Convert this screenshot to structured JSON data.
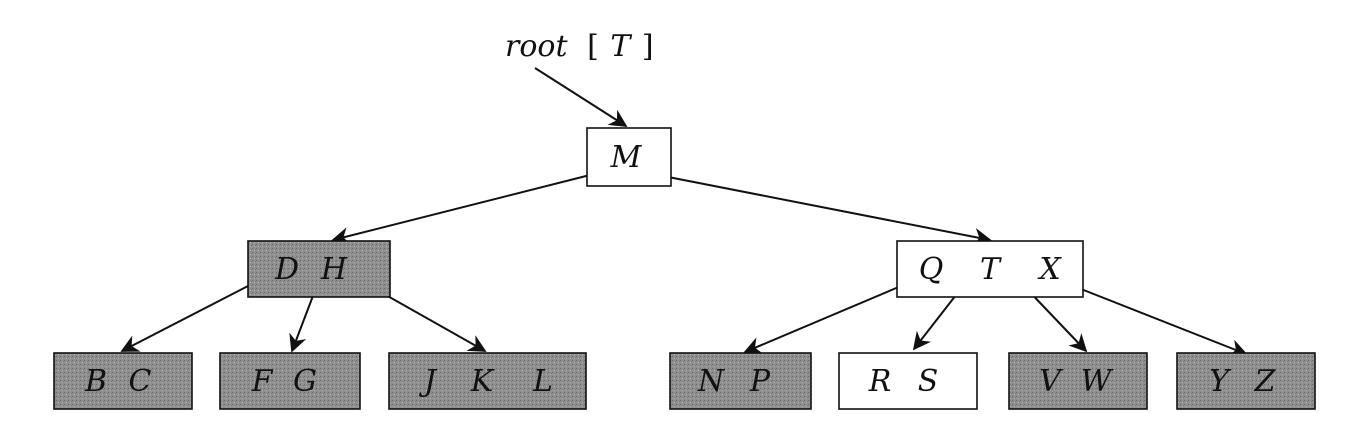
{
  "root_label": {
    "prefix": "root",
    "bracket_open": "[",
    "tree_name": "T",
    "bracket_close": "]"
  },
  "colors": {
    "shaded_fill": "#8f8f8f",
    "plain_fill": "#ffffff",
    "stroke": "#111111"
  },
  "nodes": [
    {
      "id": "node-m",
      "keys": [
        "M"
      ],
      "shaded": false
    },
    {
      "id": "node-dh",
      "keys": [
        "D",
        "H"
      ],
      "shaded": true
    },
    {
      "id": "node-qtx",
      "keys": [
        "Q",
        "T",
        "X"
      ],
      "shaded": false
    },
    {
      "id": "node-bc",
      "keys": [
        "B",
        "C"
      ],
      "shaded": true
    },
    {
      "id": "node-fg",
      "keys": [
        "F",
        "G"
      ],
      "shaded": true
    },
    {
      "id": "node-jkl",
      "keys": [
        "J",
        "K",
        "L"
      ],
      "shaded": true
    },
    {
      "id": "node-np",
      "keys": [
        "N",
        "P"
      ],
      "shaded": true
    },
    {
      "id": "node-rs",
      "keys": [
        "R",
        "S"
      ],
      "shaded": false
    },
    {
      "id": "node-vw",
      "keys": [
        "V",
        "W"
      ],
      "shaded": true
    },
    {
      "id": "node-yz",
      "keys": [
        "Y",
        "Z"
      ],
      "shaded": true
    }
  ],
  "edges": [
    {
      "from": "root-label",
      "to": "node-m"
    },
    {
      "from": "node-m",
      "to": "node-dh"
    },
    {
      "from": "node-m",
      "to": "node-qtx"
    },
    {
      "from": "node-dh",
      "to": "node-bc"
    },
    {
      "from": "node-dh",
      "to": "node-fg"
    },
    {
      "from": "node-dh",
      "to": "node-jkl"
    },
    {
      "from": "node-qtx",
      "to": "node-np"
    },
    {
      "from": "node-qtx",
      "to": "node-rs"
    },
    {
      "from": "node-qtx",
      "to": "node-vw"
    },
    {
      "from": "node-qtx",
      "to": "node-yz"
    }
  ]
}
